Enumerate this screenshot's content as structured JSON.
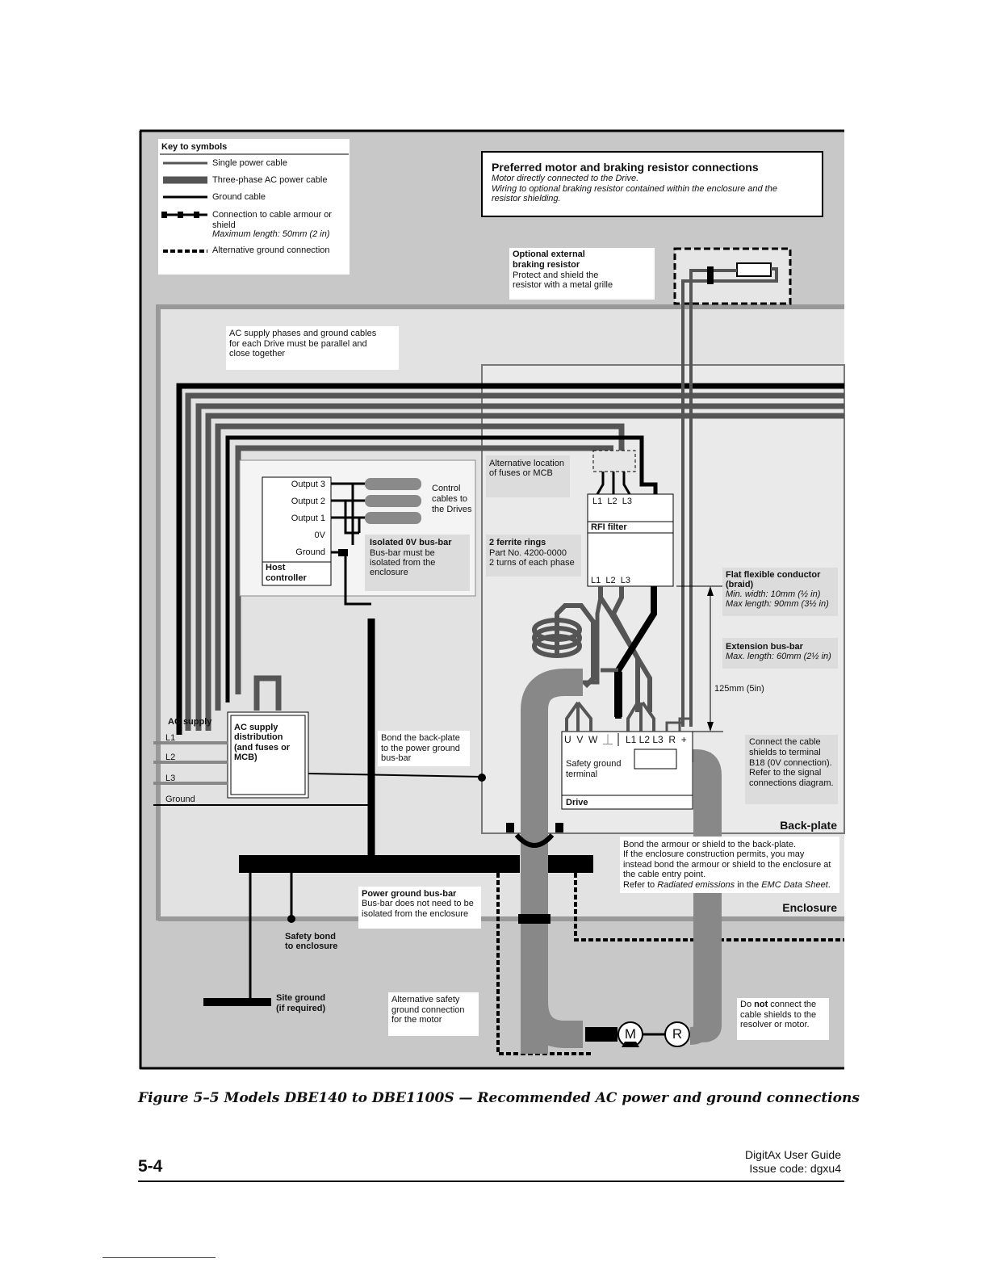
{
  "key": {
    "title": "Key to symbols",
    "items": [
      {
        "label": "Single power cable"
      },
      {
        "label": "Three-phase AC power cable"
      },
      {
        "label": "Ground cable"
      },
      {
        "label": "Connection to cable armour or",
        "label2": "shield",
        "note": "Maximum length: 50mm (2 in)"
      },
      {
        "label": "Alternative ground connection"
      }
    ]
  },
  "preferred": {
    "title": "Preferred motor and braking resistor connections",
    "line1": "Motor directly connected to the Drive.",
    "line2": "Wiring to optional braking resistor contained within the enclosure and the",
    "line3": "resistor shielding."
  },
  "braking_resistor": {
    "title1": "Optional external",
    "title2": "braking resistor",
    "text1": "Protect and shield the",
    "text2": "resistor with a metal grille"
  },
  "ac_phases_note": {
    "line1": "AC supply phases and ground cables",
    "line2": "for each Drive must be parallel and",
    "line3": "close together"
  },
  "host": {
    "outputs": [
      "Output 3",
      "Output 2",
      "Output 1",
      "0V",
      "Ground"
    ],
    "title1": "Host",
    "title2": "controller",
    "control1": "Control",
    "control2": "cables to",
    "control3": "the Drives"
  },
  "isolated_busbar": {
    "title": "Isolated 0V bus-bar",
    "text1": "Bus-bar must be",
    "text2": "isolated from the",
    "text3": "enclosure"
  },
  "alt_fuses": {
    "line1": "Alternative location",
    "line2": "of fuses or MCB"
  },
  "ferrite": {
    "title": "2 ferrite rings",
    "text1": "Part No. 4200-0000",
    "text2": "2 turns of each phase"
  },
  "rfi": {
    "inputs": "L1  L2  L3",
    "title": "RFI filter",
    "outputs": "L1  L2  L3"
  },
  "flat_conductor": {
    "title1": "Flat flexible conductor",
    "title2": "(braid)",
    "text1": "Min. width: 10mm (½ in)",
    "text2": "Max length: 90mm (3½ in)"
  },
  "extension_busbar": {
    "title": "Extension bus-bar",
    "text": "Max. length: 60mm (2½ in)"
  },
  "dimension": "125mm (5in)",
  "ac_supply": {
    "title": "AC supply",
    "lines": [
      "L1",
      "L2",
      "L3",
      "Ground"
    ]
  },
  "ac_dist": {
    "line1": "AC supply",
    "line2": "distribution",
    "line3": "(and fuses or",
    "line4": "MCB)"
  },
  "bond_backplate": {
    "line1": "Bond the back-plate",
    "line2": "to the power ground",
    "line3": "bus-bar"
  },
  "drive": {
    "terminals_left": "U  V  W  ⏊",
    "terminals_right": "L1 L2 L3  R  +",
    "safety1": "Safety ground",
    "safety2": "terminal",
    "title": "Drive"
  },
  "shields_note": {
    "line1": "Connect the cable",
    "line2": "shields to terminal",
    "line3": "B18 (0V connection).",
    "line4": "Refer to the signal",
    "line5": "connections diagram."
  },
  "backplate_label": "Back-plate",
  "armour_note": {
    "line1": "Bond the armour or shield to the back-plate.",
    "line2": "If the enclosure construction permits, you may",
    "line3": "instead bond the armour or shield to the enclosure at",
    "line4": "the cable entry point.",
    "line5a": "Refer to ",
    "line5b": "Radiated emissions",
    "line5c": " in the ",
    "line5d": "EMC Data Sheet",
    "line5e": "."
  },
  "power_busbar": {
    "title": "Power ground bus-bar",
    "text1": "Bus-bar does not need to be",
    "text2": "isolated from the enclosure"
  },
  "enclosure_label": "Enclosure",
  "safety_bond": {
    "line1": "Safety bond",
    "line2": "to enclosure"
  },
  "site_ground": {
    "line1": "Site ground",
    "line2": "(if required)"
  },
  "alt_safety": {
    "line1": "Alternative safety",
    "line2": "ground connection",
    "line3": "for the motor"
  },
  "do_not": {
    "line1a": "Do ",
    "line1b": "not",
    "line1c": " connect the",
    "line2": "cable shields to the",
    "line3": "resolver or motor."
  },
  "motor_symbol": "M",
  "resolver_symbol": "R",
  "caption": "Figure 5–5     Models DBE140 to DBE1100S — Recommended AC power and ground connections",
  "footer": {
    "page": "5-4",
    "guide": "DigitAx User Guide",
    "issue": "Issue code: dgxu4"
  },
  "colors": {
    "enclosure": "#c8c8c8",
    "backplate": "#e6e6e6",
    "cable": "#555555",
    "black": "#000000"
  }
}
